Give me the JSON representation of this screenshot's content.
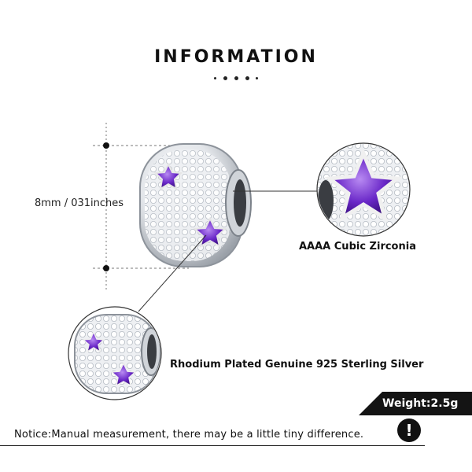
{
  "header": {
    "title": "INFORMATION"
  },
  "dimension": {
    "label": "8mm / 031inches"
  },
  "callouts": {
    "stone": "AAAA Cubic Zirconia",
    "material": "Rhodium Plated Genuine 925 Sterling Silver"
  },
  "weight": {
    "label": "Weight:2.5g"
  },
  "notice": {
    "text": "Notice:Manual measurement, there may be a little tiny difference.",
    "icon": "exclamation-icon"
  },
  "colors": {
    "accent_purple": "#6a28c8",
    "dark": "#141414",
    "silver": "#d9dce0"
  }
}
